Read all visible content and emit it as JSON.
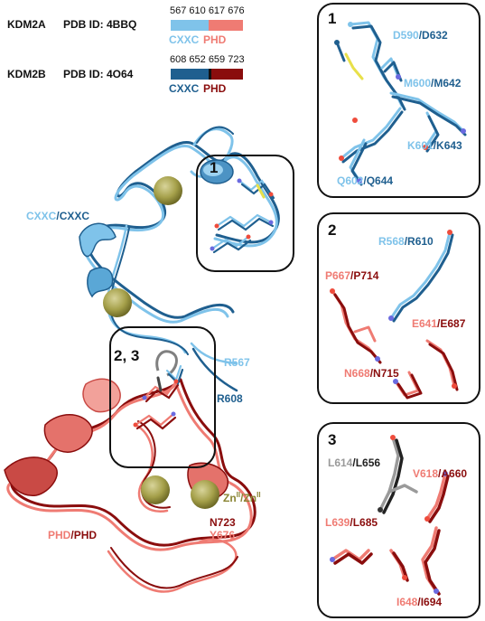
{
  "header": {
    "kdm2a": {
      "name": "KDM2A",
      "pdb": "PDB ID: 4BBQ",
      "numbers": "567 610 617 676",
      "cxxc": "CXXC",
      "phd": "PHD"
    },
    "kdm2b": {
      "name": "KDM2B",
      "pdb": "PDB ID: 4O64",
      "numbers": "608 652 659 723",
      "cxxc": "CXXC",
      "phd": "PHD"
    }
  },
  "main": {
    "box_label_1": "1",
    "box_label_23": "2, 3",
    "cxxc_a": "CXXC",
    "cxxc_sep": "/",
    "cxxc_b": "CXXC",
    "r567": "R567",
    "r608": "R608",
    "zn_a": "Zn",
    "zn_a_sup": "II",
    "zn_sep": "/",
    "zn_b": "Zn",
    "zn_b_sup": "II",
    "n723": "N723",
    "y676": "Y676",
    "phd_a": "PHD",
    "phd_sep": "/",
    "phd_b": "PHD"
  },
  "panel1": {
    "number": "1",
    "labels": [
      {
        "a": "D590",
        "b": "D632"
      },
      {
        "a": "M600",
        "b": "M642"
      },
      {
        "a": "K601",
        "b": "K643"
      },
      {
        "a": "Q602",
        "b": "Q644"
      }
    ]
  },
  "panel2": {
    "number": "2",
    "labels": [
      {
        "a": "R568",
        "b": "R610"
      },
      {
        "a": "P667",
        "b": "P714"
      },
      {
        "a": "E641",
        "b": "E687"
      },
      {
        "a": "N668",
        "b": "N715"
      }
    ]
  },
  "panel3": {
    "number": "3",
    "labels": [
      {
        "a": "L614",
        "b": "L656"
      },
      {
        "a": "V618",
        "b": "A660"
      },
      {
        "a": "L639",
        "b": "L685"
      },
      {
        "a": "I648",
        "b": "I694"
      }
    ]
  },
  "colors": {
    "light_blue": "#7fc3ea",
    "dark_blue": "#1f5f8f",
    "salmon": "#ef7b73",
    "dark_red": "#8a0d0d",
    "zinc": "#9c9640",
    "gray": "#808080"
  }
}
